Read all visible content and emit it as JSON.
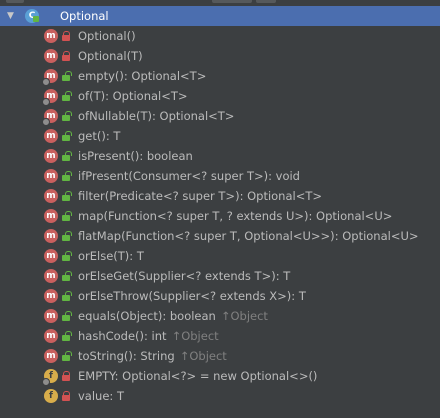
{
  "tree": {
    "root": {
      "label": "Optional",
      "icon": "class-icon"
    },
    "members": [
      {
        "name": "Optional()",
        "type": "",
        "inherited": "",
        "kind": "method",
        "visibility": "private",
        "static": false
      },
      {
        "name": "Optional(T)",
        "type": "",
        "inherited": "",
        "kind": "method",
        "visibility": "private",
        "static": false
      },
      {
        "name": "empty()",
        "type": ": Optional<T>",
        "inherited": "",
        "kind": "method",
        "visibility": "public",
        "static": true
      },
      {
        "name": "of(T)",
        "type": ": Optional<T>",
        "inherited": "",
        "kind": "method",
        "visibility": "public",
        "static": true
      },
      {
        "name": "ofNullable(T)",
        "type": ": Optional<T>",
        "inherited": "",
        "kind": "method",
        "visibility": "public",
        "static": true
      },
      {
        "name": "get()",
        "type": ": T",
        "inherited": "",
        "kind": "method",
        "visibility": "public",
        "static": false
      },
      {
        "name": "isPresent()",
        "type": ": boolean",
        "inherited": "",
        "kind": "method",
        "visibility": "public",
        "static": false
      },
      {
        "name": "ifPresent(Consumer<? super T>)",
        "type": ": void",
        "inherited": "",
        "kind": "method",
        "visibility": "public",
        "static": false
      },
      {
        "name": "filter(Predicate<? super T>)",
        "type": ": Optional<T>",
        "inherited": "",
        "kind": "method",
        "visibility": "public",
        "static": false
      },
      {
        "name": "map(Function<? super T, ? extends U>)",
        "type": ": Optional<U>",
        "inherited": "",
        "kind": "method",
        "visibility": "public",
        "static": false
      },
      {
        "name": "flatMap(Function<? super T, Optional<U>>)",
        "type": ": Optional<U>",
        "inherited": "",
        "kind": "method",
        "visibility": "public",
        "static": false
      },
      {
        "name": "orElse(T)",
        "type": ": T",
        "inherited": "",
        "kind": "method",
        "visibility": "public",
        "static": false
      },
      {
        "name": "orElseGet(Supplier<? extends T>)",
        "type": ": T",
        "inherited": "",
        "kind": "method",
        "visibility": "public",
        "static": false
      },
      {
        "name": "orElseThrow(Supplier<? extends X>)",
        "type": ": T",
        "inherited": "",
        "kind": "method",
        "visibility": "public",
        "static": false
      },
      {
        "name": "equals(Object)",
        "type": ": boolean",
        "inherited": "↑Object",
        "kind": "method",
        "visibility": "public",
        "static": false
      },
      {
        "name": "hashCode()",
        "type": ": int",
        "inherited": "↑Object",
        "kind": "method",
        "visibility": "public",
        "static": false
      },
      {
        "name": "toString()",
        "type": ": String",
        "inherited": "↑Object",
        "kind": "method",
        "visibility": "public",
        "static": false
      },
      {
        "name": "EMPTY",
        "type": ": Optional<?> = new Optional<>()",
        "inherited": "",
        "kind": "field",
        "visibility": "private",
        "static": true
      },
      {
        "name": "value",
        "type": ": T",
        "inherited": "",
        "kind": "field",
        "visibility": "private",
        "static": false
      }
    ]
  },
  "colors": {
    "background": "#3c3f41",
    "selection": "#4b6eaf",
    "method_icon": "#c9605e",
    "field_icon": "#d8ad4b",
    "public_lock": "#62b543",
    "private_lock": "#d25252",
    "inherited_text": "#808080"
  }
}
